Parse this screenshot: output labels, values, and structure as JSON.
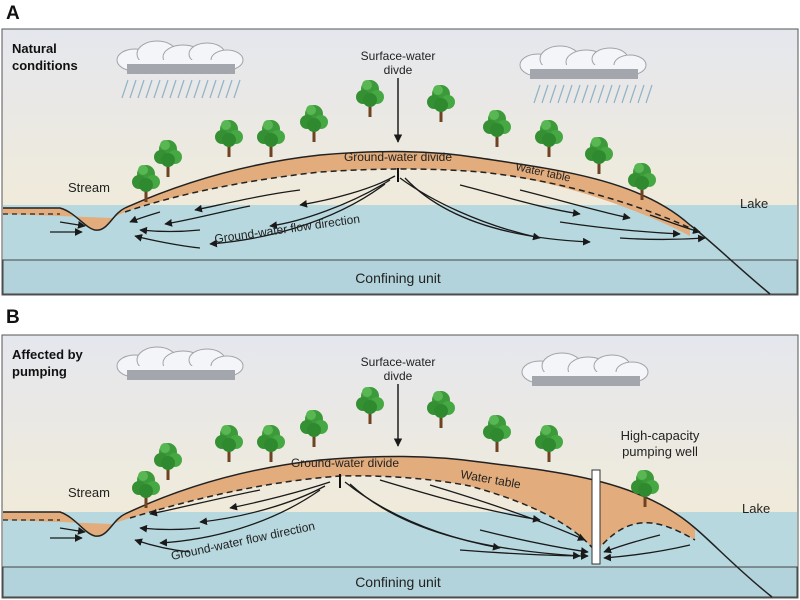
{
  "panel_a": {
    "letter": "A",
    "condition_line1": "Natural",
    "condition_line2": "conditions",
    "surface_divide_line1": "Surface-water",
    "surface_divide_line2": "divde",
    "groundwater_divide": "Ground-water divide",
    "water_table": "Water table",
    "stream": "Stream",
    "lake": "Lake",
    "flow_direction": "Ground-water flow direction",
    "confining_unit": "Confining unit"
  },
  "panel_b": {
    "letter": "B",
    "condition_line1": "Affected by",
    "condition_line2": "pumping",
    "surface_divide_line1": "Surface-water",
    "surface_divide_line2": "divde",
    "groundwater_divide": "Ground-water divide",
    "water_table": "Water table",
    "stream": "Stream",
    "lake": "Lake",
    "flow_direction": "Ground-water flow direction",
    "confining_unit": "Confining unit",
    "well_line1": "High-capacity",
    "well_line2": "pumping well"
  },
  "colors": {
    "sky_top": "#e7e8ee",
    "sky_bottom": "#f4ecd2",
    "soil": "#e2ac7c",
    "water": "#b7d8df",
    "confining": "#b0d2da",
    "tree_green": "#3e9a3c",
    "trunk": "#7a4a24"
  }
}
